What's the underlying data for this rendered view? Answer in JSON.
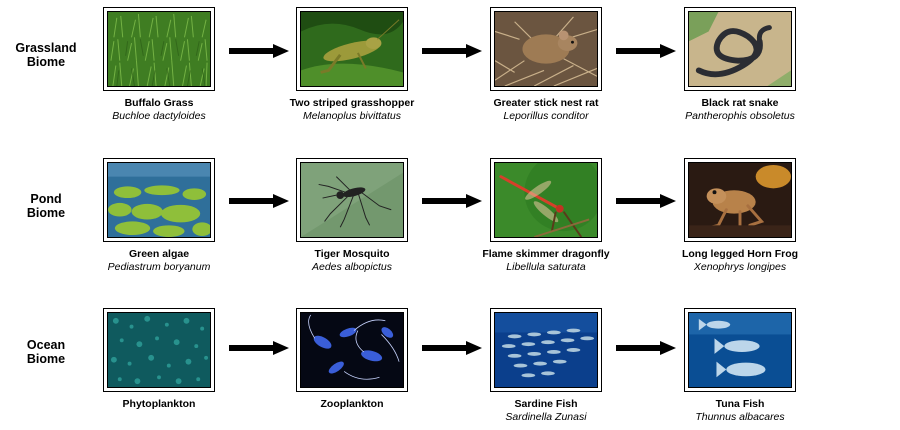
{
  "biomes": [
    {
      "label_line1": "Grassland",
      "label_line2": "Biome",
      "organisms": [
        {
          "common": "Buffalo Grass",
          "scientific": "Buchloe dactyloides",
          "image": "grass-photo"
        },
        {
          "common": "Two striped grasshopper",
          "scientific": "Melanoplus bivittatus",
          "image": "grasshopper-photo"
        },
        {
          "common": "Greater stick nest rat",
          "scientific": "Leporillus conditor",
          "image": "rat-photo"
        },
        {
          "common": "Black rat snake",
          "scientific": "Pantherophis obsoletus",
          "image": "snake-photo"
        }
      ]
    },
    {
      "label_line1": "Pond",
      "label_line2": "Biome",
      "organisms": [
        {
          "common": "Green algae",
          "scientific": "Pediastrum boryanum",
          "image": "algae-photo"
        },
        {
          "common": "Tiger Mosquito",
          "scientific": "Aedes albopictus",
          "image": "mosquito-photo"
        },
        {
          "common": "Flame skimmer dragonfly",
          "scientific": "Libellula saturata",
          "image": "dragonfly-photo"
        },
        {
          "common": "Long legged Horn Frog",
          "scientific": "Xenophrys longipes",
          "image": "frog-photo"
        }
      ]
    },
    {
      "label_line1": "Ocean",
      "label_line2": "Biome",
      "organisms": [
        {
          "common": "Phytoplankton",
          "scientific": "",
          "image": "phytoplankton-photo"
        },
        {
          "common": "Zooplankton",
          "scientific": "",
          "image": "zooplankton-photo"
        },
        {
          "common": "Sardine Fish",
          "scientific": "Sardinella Zunasi",
          "image": "sardine-photo"
        },
        {
          "common": "Tuna Fish",
          "scientific": "Thunnus albacares",
          "image": "tuna-photo"
        }
      ]
    }
  ],
  "colors": {
    "arrow": "#000000",
    "frame": "#000000"
  }
}
